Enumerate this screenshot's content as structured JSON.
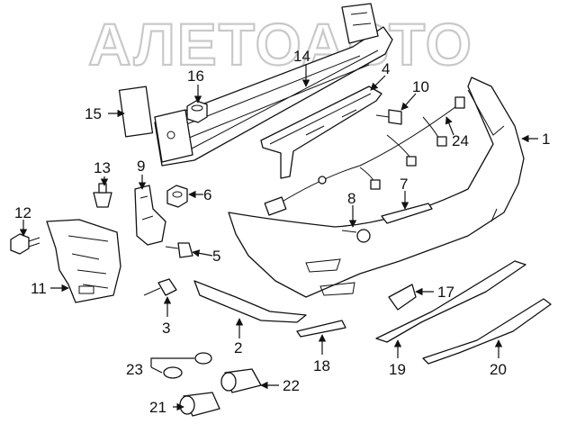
{
  "watermark": {
    "text": "АЛЕТОАВТО"
  },
  "callouts": [
    {
      "id": "p1",
      "label": "1"
    },
    {
      "id": "p2",
      "label": "2"
    },
    {
      "id": "p3",
      "label": "3"
    },
    {
      "id": "p4",
      "label": "4"
    },
    {
      "id": "p5",
      "label": "5"
    },
    {
      "id": "p6",
      "label": "6"
    },
    {
      "id": "p7",
      "label": "7"
    },
    {
      "id": "p8",
      "label": "8"
    },
    {
      "id": "p9",
      "label": "9"
    },
    {
      "id": "p10",
      "label": "10"
    },
    {
      "id": "p11",
      "label": "11"
    },
    {
      "id": "p12",
      "label": "12"
    },
    {
      "id": "p13",
      "label": "13"
    },
    {
      "id": "p14",
      "label": "14"
    },
    {
      "id": "p15",
      "label": "15"
    },
    {
      "id": "p16",
      "label": "16"
    },
    {
      "id": "p17",
      "label": "17"
    },
    {
      "id": "p18",
      "label": "18"
    },
    {
      "id": "p19",
      "label": "19"
    },
    {
      "id": "p20",
      "label": "20"
    },
    {
      "id": "p21",
      "label": "21"
    },
    {
      "id": "p22",
      "label": "22"
    },
    {
      "id": "p23",
      "label": "23"
    },
    {
      "id": "p24",
      "label": "24"
    }
  ]
}
